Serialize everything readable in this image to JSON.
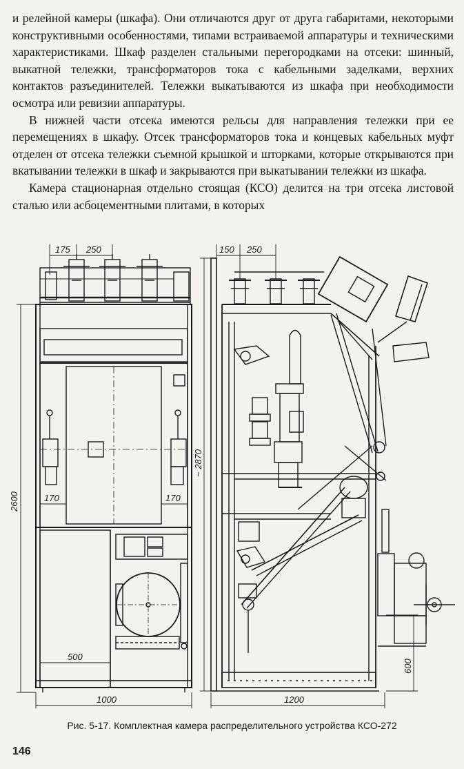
{
  "body": {
    "paragraphs": [
      "и релейной камеры (шкафа). Они отличаются друг от друга габаритами, некоторыми конструктивными особенностями, типами встраиваемой аппаратуры и техническими характеристиками. Шкаф разделен стальными перегородками на отсеки: шинный, выкатной тележки, трансформаторов тока с кабельными заделками, верхних контактов разъединителей. Тележки выкатываются из шкафа при необходимости осмотра или ревизии аппаратуры.",
      "В нижней части отсека имеются рельсы для направления тележки при ее перемещениях в шкафу. Отсек трансформаторов тока и концевых кабельных муфт отделен от отсека тележки съемной крышкой и шторками, которые открываются при вкатывании тележки в шкаф и закрываются при выкатывании тележки из шкафа.",
      "Камера стационарная отдельно стоящая (КСО) делится на три отсека листовой сталью или асбоцементными плитами, в которых"
    ]
  },
  "figure": {
    "dimensions": {
      "front_top_left": "175",
      "front_top_right": "250",
      "front_height": "2600",
      "front_mid_left": "170",
      "front_mid_right": "170",
      "front_bottom_inner": "500",
      "front_width": "1000",
      "side_top_left": "150",
      "side_top_right": "250",
      "side_height": "~ 2870",
      "side_bottom_right": "600",
      "side_width": "1200"
    },
    "caption": "Рис. 5-17. Комплектная камера распределительного устройства КСО-272"
  },
  "page": {
    "number": "146"
  }
}
